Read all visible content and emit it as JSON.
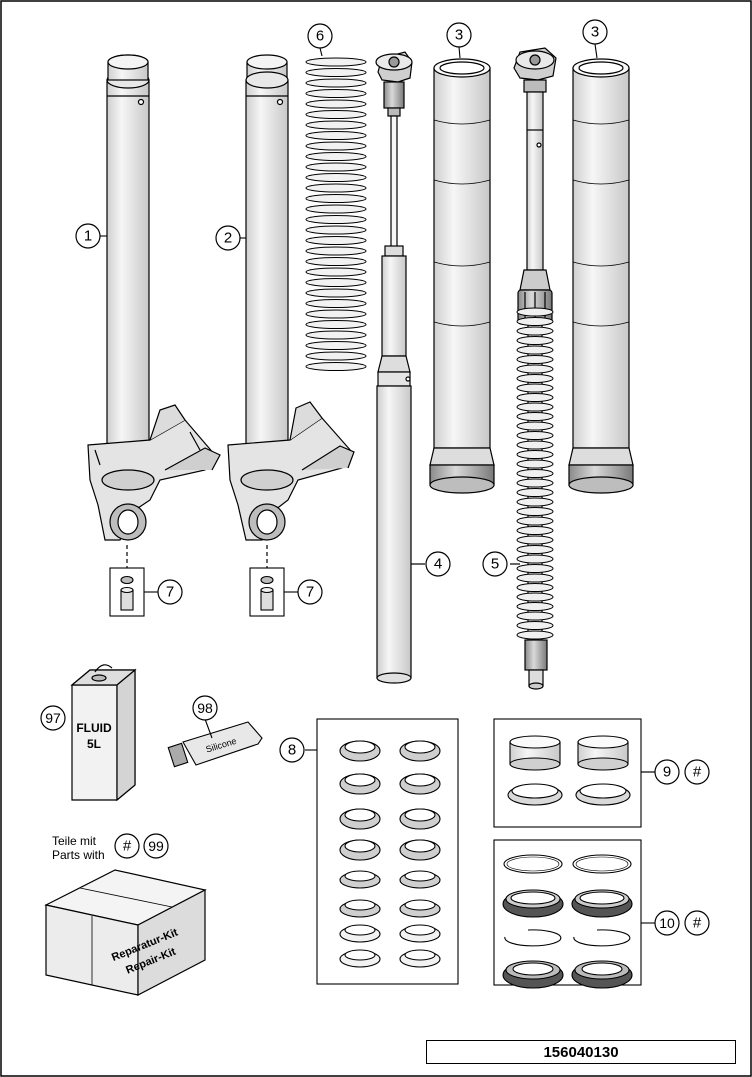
{
  "callouts": {
    "c1": "1",
    "c2": "2",
    "c3a": "3",
    "c3b": "3",
    "c4": "4",
    "c5": "5",
    "c6": "6",
    "c7a": "7",
    "c7b": "7",
    "c8": "8",
    "c9": "9",
    "c9h": "#",
    "c10": "10",
    "c10h": "#",
    "c97": "97",
    "c98": "98",
    "c99h": "#",
    "c99": "99"
  },
  "parts_note": {
    "line1": "Teile mit",
    "line2": "Parts with"
  },
  "oil_can": {
    "line1": "FLUID",
    "line2": "5L"
  },
  "grease_tube": {
    "text": "Silicone"
  },
  "repair_kit": {
    "line1": "Reparatur-Kit",
    "line2": "Repair-Kit"
  },
  "drawing_number": "156040130",
  "colors": {
    "line": "#000000",
    "metal_light": "#f1f1f1",
    "metal_mid": "#cfcfcf",
    "metal_dark": "#8a8a8a",
    "background": "#ffffff"
  }
}
